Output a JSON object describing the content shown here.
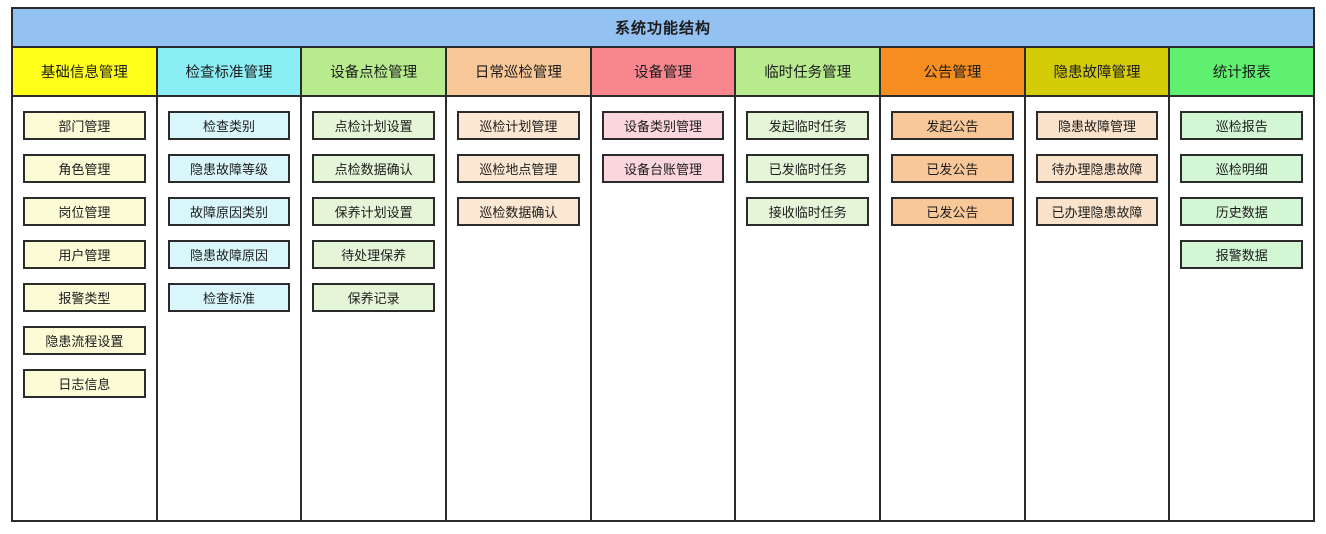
{
  "diagram": {
    "title": "系统功能结构",
    "title_bg": "#93c1f2",
    "border_color": "#2b2b2b",
    "columns": [
      {
        "header": "基础信息管理",
        "header_bg": "#ffff1a",
        "node_bg": "#fbfbd6",
        "items": [
          "部门管理",
          "角色管理",
          "岗位管理",
          "用户管理",
          "报警类型",
          "隐患流程设置",
          "日志信息"
        ]
      },
      {
        "header": "检查标准管理",
        "header_bg": "#8ceef5",
        "node_bg": "#d9f7fb",
        "items": [
          "检查类别",
          "隐患故障等级",
          "故障原因类别",
          "隐患故障原因",
          "检查标准"
        ]
      },
      {
        "header": "设备点检管理",
        "header_bg": "#b8eb8e",
        "node_bg": "#e4f5d8",
        "items": [
          "点检计划设置",
          "点检数据确认",
          "保养计划设置",
          "待处理保养",
          "保养记录"
        ]
      },
      {
        "header": "日常巡检管理",
        "header_bg": "#f9c898",
        "node_bg": "#fbe7d2",
        "items": [
          "巡检计划管理",
          "巡检地点管理",
          "巡检数据确认"
        ]
      },
      {
        "header": "设备管理",
        "header_bg": "#f7868f",
        "node_bg": "#fbd6dc",
        "items": [
          "设备类别管理",
          "设备台账管理"
        ]
      },
      {
        "header": "临时任务管理",
        "header_bg": "#b8eb8e",
        "node_bg": "#e4f5d8",
        "items": [
          "发起临时任务",
          "已发临时任务",
          "接收临时任务"
        ]
      },
      {
        "header": "公告管理",
        "header_bg": "#f68d21",
        "node_bg": "#f9c898",
        "items": [
          "发起公告",
          "已发公告",
          "已发公告"
        ]
      },
      {
        "header": "隐患故障管理",
        "header_bg": "#d4cc09",
        "node_bg": "#fbe2cb",
        "items": [
          "隐患故障管理",
          "待办理隐患故障",
          "已办理隐患故障"
        ]
      },
      {
        "header": "统计报表",
        "header_bg": "#5ef06e",
        "node_bg": "#d3f6d4",
        "items": [
          "巡检报告",
          "巡检明细",
          "历史数据",
          "报警数据"
        ]
      }
    ]
  }
}
